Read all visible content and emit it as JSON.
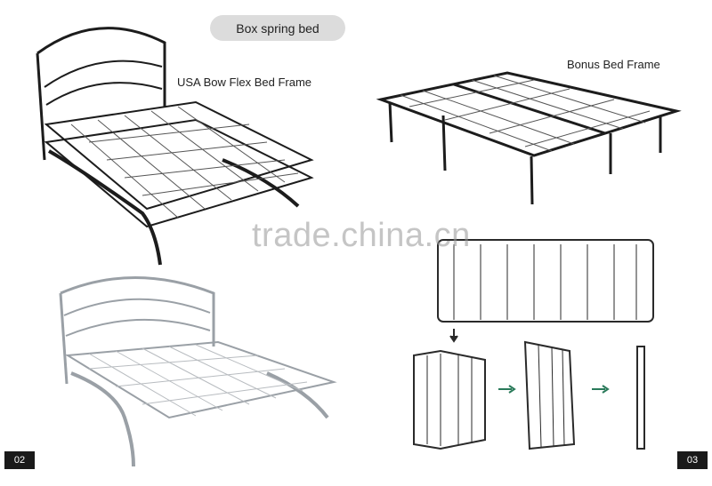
{
  "header": {
    "title": "Box spring bed"
  },
  "labels": {
    "usa_bow_flex": "USA Bow Flex Bed Frame",
    "bonus": "Bonus Bed Frame"
  },
  "watermark": "trade.china.cn",
  "pages": {
    "left": "02",
    "right": "03"
  },
  "colors": {
    "dark_frame": "#1c1c1c",
    "silver_frame": "#9aa0a6",
    "pill": "#dcdcdc"
  }
}
